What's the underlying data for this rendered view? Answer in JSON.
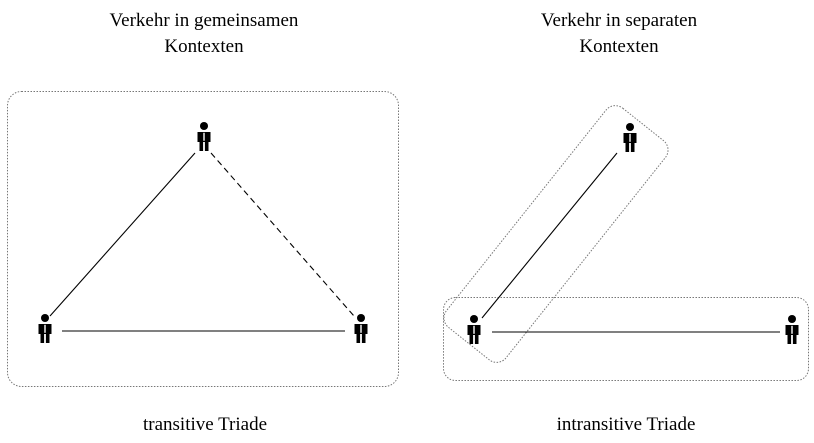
{
  "colors": {
    "ink": "#000000",
    "box_border": "#777777",
    "background": "#ffffff"
  },
  "left_panel": {
    "title_line1": "Verkehr in gemeinsamen",
    "title_line2": "Kontexten",
    "caption": "transitive Triade",
    "icon": "person-icon",
    "edges": [
      {
        "from": "left",
        "to": "top",
        "style": "solid"
      },
      {
        "from": "top",
        "to": "right",
        "style": "dashed"
      },
      {
        "from": "left",
        "to": "right",
        "style": "solid"
      }
    ]
  },
  "right_panel": {
    "title_line1": "Verkehr in separaten",
    "title_line2": "Kontexten",
    "caption": "intransitive Triade",
    "icon": "person-icon",
    "edges": [
      {
        "from": "left",
        "to": "top",
        "style": "solid"
      },
      {
        "from": "left",
        "to": "right",
        "style": "solid"
      }
    ]
  }
}
